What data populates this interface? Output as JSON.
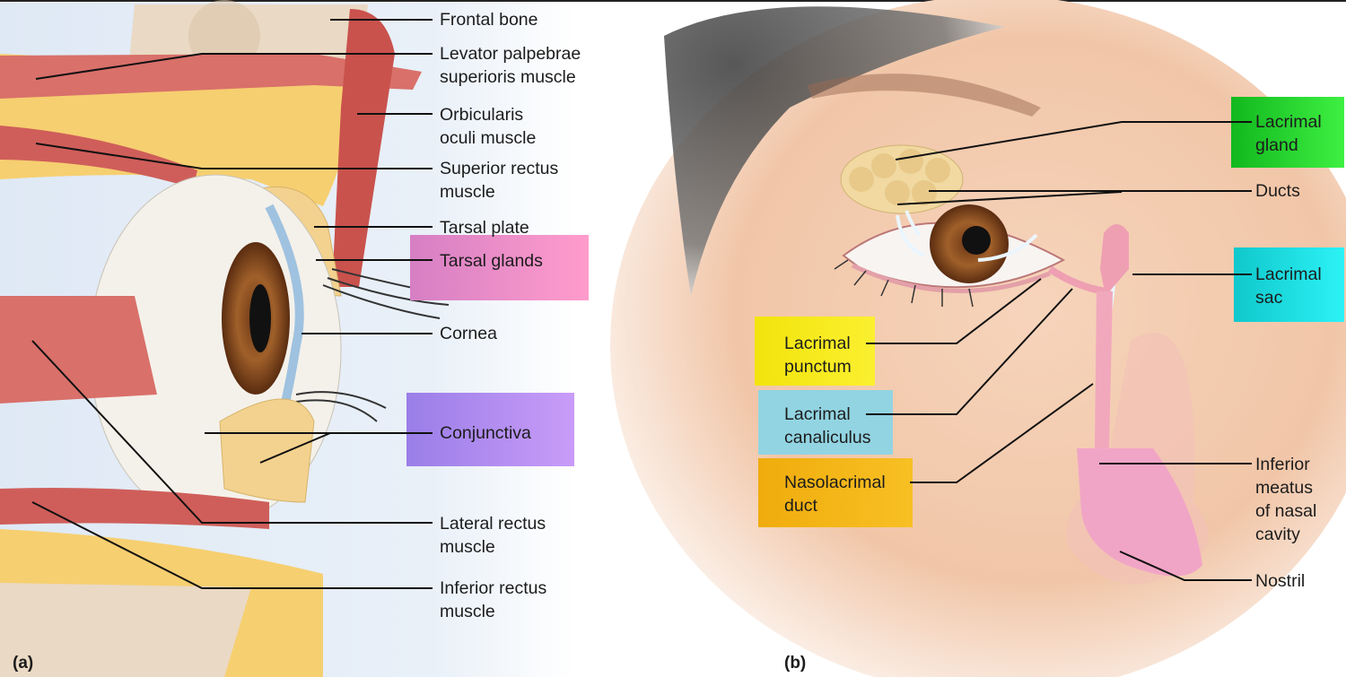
{
  "panel_a": {
    "letter": "(a)",
    "labels": {
      "frontal_bone": "Frontal bone",
      "levator": "Levator palpebrae\nsuperioris muscle",
      "orbicularis": "Orbicularis\noculi muscle",
      "superior_rectus": "Superior rectus\nmuscle",
      "tarsal_plate": "Tarsal plate",
      "tarsal_glands": "Tarsal glands",
      "cornea": "Cornea",
      "conjunctiva": "Conjunctiva",
      "lateral_rectus": "Lateral rectus\nmuscle",
      "inferior_rectus": "Inferior rectus\nmuscle"
    }
  },
  "panel_b": {
    "letter": "(b)",
    "labels": {
      "lacrimal_gland": "Lacrimal\ngland",
      "ducts": "Ducts",
      "lacrimal_sac": "Lacrimal\nsac",
      "lacrimal_punctum": "Lacrimal\npunctum",
      "lacrimal_canaliculus": "Lacrimal\ncanaliculus",
      "nasolacrimal_duct": "Nasolacrimal\nduct",
      "inferior_meatus": "Inferior\nmeatus\nof nasal\ncavity",
      "nostril": "Nostril"
    }
  },
  "highlight_colors": {
    "tarsal_glands": "#f48fc8",
    "conjunctiva": "#b28cf2",
    "lacrimal_gland": "#22d42a",
    "lacrimal_sac": "#18e0e8",
    "lacrimal_punctum": "#f7ec14",
    "lacrimal_canaliculus": "#92d4e2",
    "nasolacrimal_duct": "#f5b515"
  }
}
